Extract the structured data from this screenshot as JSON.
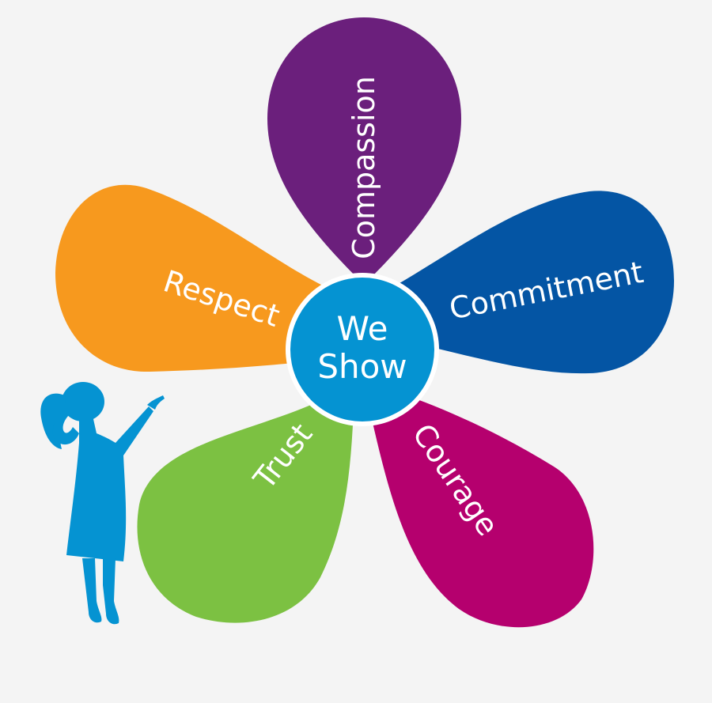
{
  "center": {
    "line1": "We",
    "line2": "Show",
    "color": "#0593d2"
  },
  "petals": [
    {
      "id": "compassion",
      "label": "Compassion",
      "color": "#6b1f7c"
    },
    {
      "id": "commitment",
      "label": "Commitment",
      "color": "#0455a4"
    },
    {
      "id": "courage",
      "label": "Courage",
      "color": "#b5006e"
    },
    {
      "id": "trust",
      "label": "Trust",
      "color": "#7cc142"
    },
    {
      "id": "respect",
      "label": "Respect",
      "color": "#f7991e"
    }
  ],
  "figure": {
    "icon": "girl-silhouette-icon",
    "color": "#0593d2"
  },
  "background_color": "#f4f4f4"
}
